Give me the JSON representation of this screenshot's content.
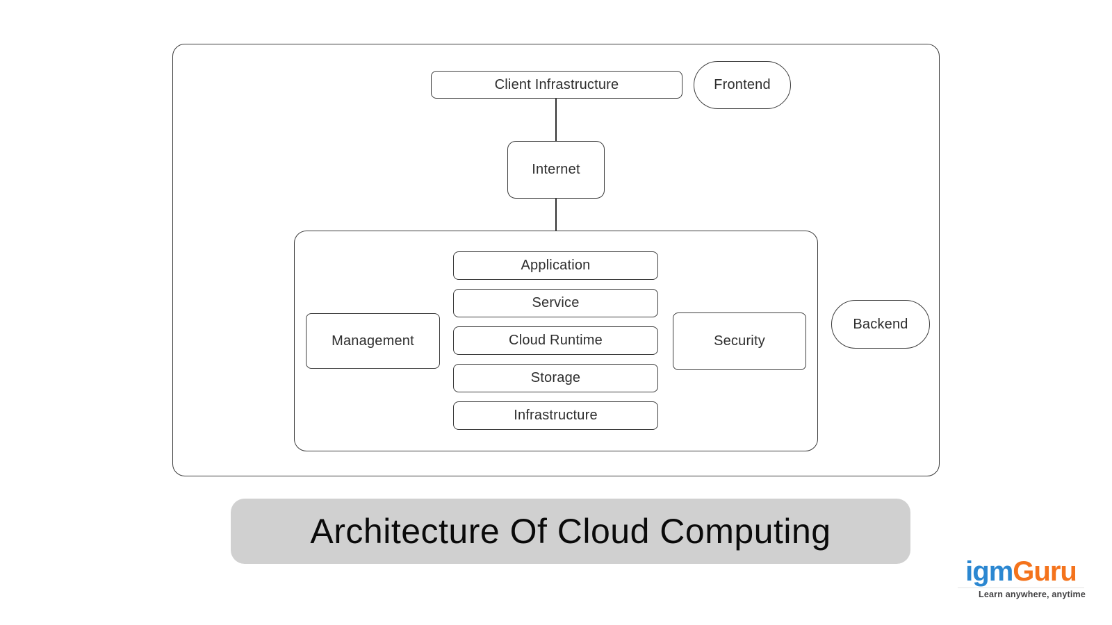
{
  "diagram": {
    "frontend_label": "Frontend",
    "backend_label": "Backend",
    "client_infrastructure_label": "Client Infrastructure",
    "internet_label": "Internet",
    "management_label": "Management",
    "security_label": "Security",
    "stack": [
      "Application",
      "Service",
      "Cloud Runtime",
      "Storage",
      "Infrastructure"
    ]
  },
  "title": {
    "text": "Architecture Of Cloud Computing",
    "background_color": "#d0d0d0",
    "text_color": "#0a0a0a"
  },
  "logo": {
    "part1": "igm",
    "part2": "Guru",
    "tagline": "Learn anywhere, anytime",
    "part1_color": "#2b87d1",
    "part2_color": "#f4731c",
    "tagline_color": "#414042"
  },
  "colors": {
    "background": "#ffffff",
    "box_border": "#3a3a3a",
    "box_text": "#2d2d2d",
    "connector": "#2f2f2f"
  }
}
